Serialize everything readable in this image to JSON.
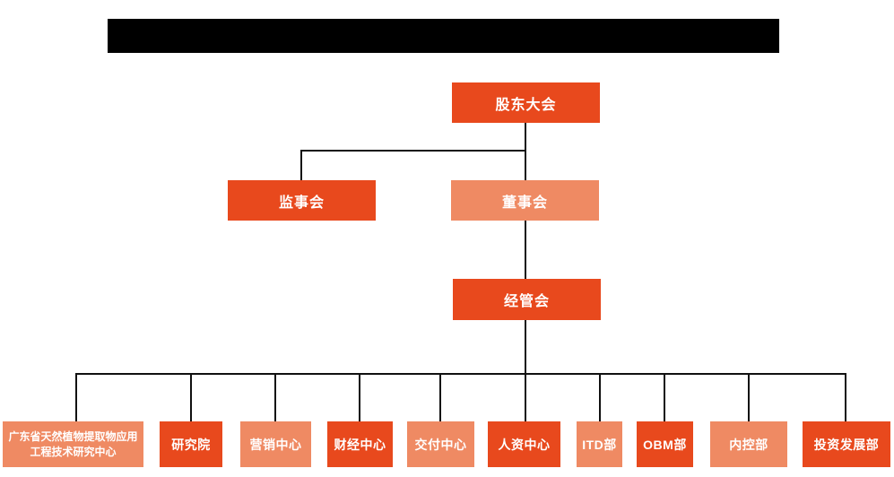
{
  "colors": {
    "primary": "#E8491D",
    "secondary": "#EF8A63",
    "line": "#111111",
    "label_text": "#FFFFFF",
    "page_bg": "#FFFFFF",
    "redacted": "#000000"
  },
  "org_chart": {
    "level1": {
      "label": "股东大会"
    },
    "level2": [
      {
        "label": "监事会"
      },
      {
        "label": "董事会"
      }
    ],
    "level3": {
      "label": "经管会"
    },
    "level4": [
      {
        "label": "广东省天然植物提取物应用工程技术研究中心"
      },
      {
        "label": "研究院"
      },
      {
        "label": "营销中心"
      },
      {
        "label": "财经中心"
      },
      {
        "label": "交付中心"
      },
      {
        "label": "人资中心"
      },
      {
        "label": "ITD部"
      },
      {
        "label": "OBM部"
      },
      {
        "label": "内控部"
      },
      {
        "label": "投资发展部"
      }
    ]
  }
}
